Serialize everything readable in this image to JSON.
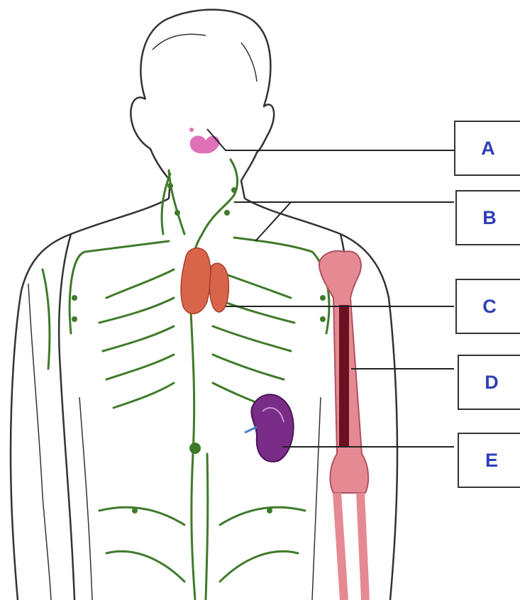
{
  "labels": [
    {
      "letter": "A",
      "target": "thymus"
    },
    {
      "letter": "B",
      "target": "lymph-nodes"
    },
    {
      "letter": "C",
      "target": "lung-tissue"
    },
    {
      "letter": "D",
      "target": "bone-marrow"
    },
    {
      "letter": "E",
      "target": "spleen"
    }
  ],
  "colors": {
    "label_text": "#2f3fb8",
    "lymph_vessels": "#3f7a2a",
    "thymus": "#e070b8",
    "lung_tissue": "#d8644a",
    "bone": "#e58a93",
    "spleen": "#7a2d88",
    "outline": "#333333"
  }
}
